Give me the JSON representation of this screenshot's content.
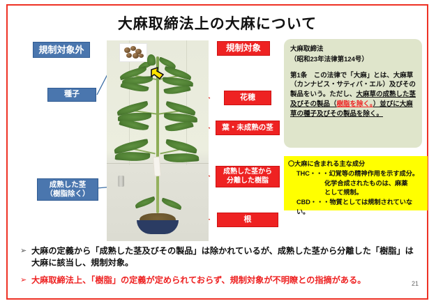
{
  "slide": {
    "title": "大麻取締法上の大麻について",
    "page_number": "21",
    "border_color": "#ee3124"
  },
  "labels_unregulated": {
    "header": "規制対象外",
    "color": "#4a76ae",
    "items": [
      {
        "text": "種子"
      },
      {
        "line1": "成熟した茎",
        "line2": "（樹脂除く）"
      }
    ]
  },
  "labels_regulated": {
    "header": "規制対象",
    "color": "#ee2222",
    "items": [
      {
        "text": "花穂"
      },
      {
        "text": "葉・未成熟の茎"
      },
      {
        "line1": "成熟した茎から",
        "line2": "分離した樹脂"
      },
      {
        "text": "根"
      }
    ]
  },
  "law_box": {
    "bg": "#dfe5cb",
    "title": "大麻取締法",
    "subtitle": "（昭和23年法律第124号）",
    "article_part1": "第1条　この法律で「大麻」とは、大麻草（カンナビス・サティバ・エル）及びその製品をいう。ただし、",
    "article_underline1": "大麻草の成熟した茎及びその製品（",
    "article_red": "樹脂を除く。",
    "article_underline2": "）並びに大麻草の種子及びその製品を除く。"
  },
  "component_box": {
    "bg": "#ffff00",
    "heading": "〇大麻に含まれる主な成分",
    "thc_line1": "THC・・・幻覚等の精神作用を示す成分。",
    "thc_line2": "化学合成されたものは、麻薬",
    "thc_line3": "として規制。",
    "cbd_line": "CBD・・・物質としては規制されていない。"
  },
  "bullets": [
    {
      "mark": "➢",
      "text": "大麻の定義から「成熟した茎及びその製品」は除かれているが、成熟した茎から分離した「樹脂」は大麻に該当し、規制対象。",
      "color": "dark"
    },
    {
      "mark": "➢",
      "text": "大麻取締法上、「樹脂」の定義が定められておらず、規制対象が不明瞭との指摘がある。",
      "color": "red"
    }
  ],
  "photo": {
    "alt": "cannabis-plant-photo",
    "seed_inset_alt": "seed-closeup-inset",
    "arrow_alt": "yellow-arrow-pointing-to-flower"
  }
}
